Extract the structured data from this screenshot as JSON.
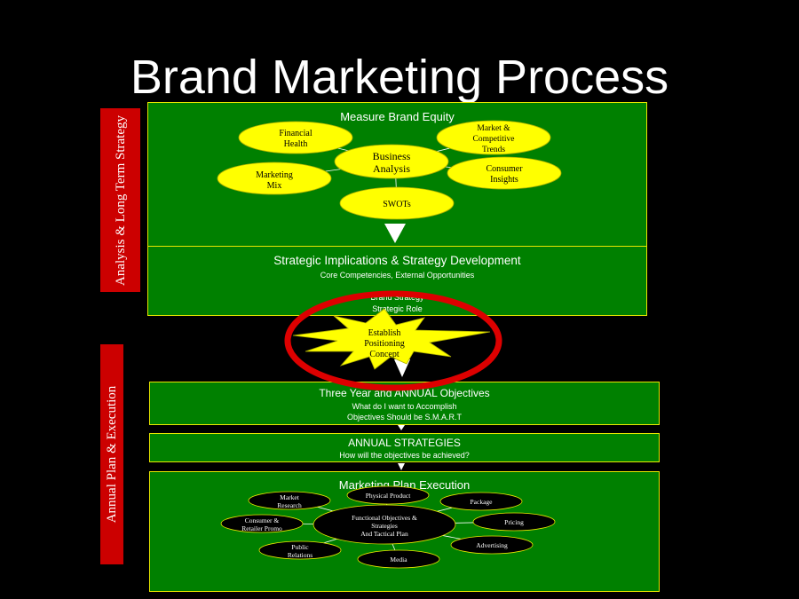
{
  "title": "Brand Marketing Process",
  "side_labels": {
    "analysis": "Analysis & Long Term Strategy",
    "execution": "Annual Plan & Execution"
  },
  "measure": {
    "heading": "Measure Brand Equity",
    "center": [
      "Business",
      "Analysis"
    ],
    "nodes": {
      "financial_health": [
        "Financial",
        "Health"
      ],
      "market_trends": [
        "Market &",
        "Competitive",
        "Trends"
      ],
      "marketing_mix": [
        "Marketing",
        "Mix"
      ],
      "consumer_insights": [
        "Consumer",
        "Insights"
      ],
      "swots": [
        "SWOTs"
      ]
    }
  },
  "strategic": {
    "heading": "Strategic Implications & Strategy Development",
    "lines": [
      "Core Competencies, External Opportunities",
      "Brand Strategy",
      "Strategic Role"
    ]
  },
  "positioning": [
    "Establish",
    "Positioning",
    "Concept"
  ],
  "objectives": {
    "heading": "Three Year and ANNUAL Objectives",
    "lines": [
      "What do I want to Accomplish",
      "Objectives Should be S.M.A.R.T"
    ]
  },
  "annual": {
    "heading": "ANNUAL STRATEGIES",
    "line": "How will the objectives be achieved?"
  },
  "execution": {
    "heading": "Marketing Plan Execution",
    "center": [
      "Functional Objectives &",
      "Strategies",
      "And Tactical Plan"
    ],
    "nodes": {
      "market_research": [
        "Market",
        "Research"
      ],
      "physical_product": [
        "Physical Product"
      ],
      "package": [
        "Package"
      ],
      "consumer_promo": [
        "Consumer &",
        "Retailer Promo"
      ],
      "pricing": [
        "Pricing"
      ],
      "public_relations": [
        "Public",
        "Relations"
      ],
      "advertising": [
        "Advertising"
      ],
      "media": [
        "Media"
      ]
    }
  },
  "colors": {
    "background": "#000000",
    "box_fill": "#008000",
    "box_border": "#e6e600",
    "side_fill": "#cc0000",
    "ellipse_yellow": "#ffff00",
    "highlight_ring": "#dd0000"
  }
}
